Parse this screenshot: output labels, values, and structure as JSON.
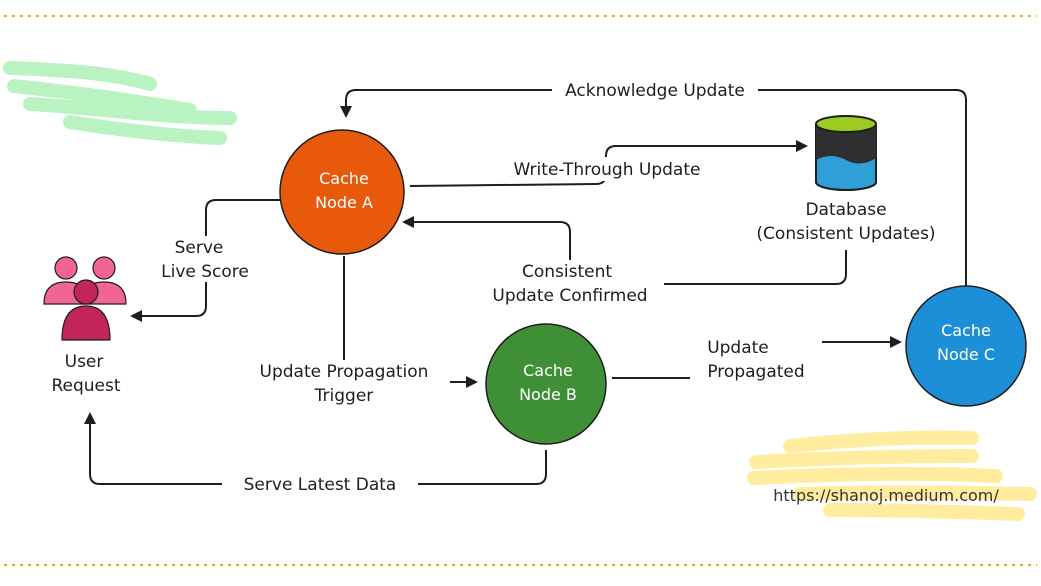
{
  "colors": {
    "nodeA": "#e8590c",
    "nodeB": "#3f8f37",
    "nodeC": "#1c8fd6",
    "dbTop": "#2f2f2f",
    "dbLiquid": "#9ccc1f",
    "dbBottom": "#2f9fd8",
    "user": "#c2255c",
    "border": "#f0a515",
    "highlightGreen": "#b2f2bb",
    "highlightYellow": "#ffec99"
  },
  "nodes": {
    "cacheA": {
      "line1": "Cache",
      "line2": "Node A"
    },
    "cacheB": {
      "line1": "Cache",
      "line2": "Node B"
    },
    "cacheC": {
      "line1": "Cache",
      "line2": "Node C"
    }
  },
  "database": {
    "line1": "Database",
    "line2": "(Consistent Updates)"
  },
  "user": {
    "line1": "User",
    "line2": "Request"
  },
  "edges": {
    "acknowledge": "Acknowledge Update",
    "writeThrough": "Write-Through Update",
    "consistentLine1": "Consistent",
    "consistentLine2": "Update Confirmed",
    "serveLine1": "Serve",
    "serveLine2": "Live Score",
    "propagationLine1": "Update Propagation",
    "propagationLine2": "Trigger",
    "propagatedLine1": "Update",
    "propagatedLine2": "Propagated",
    "serveLatest": "Serve Latest Data"
  },
  "icons": [
    "user-group-icon",
    "database-icon"
  ],
  "watermark": "https://shanoj.medium.com/"
}
